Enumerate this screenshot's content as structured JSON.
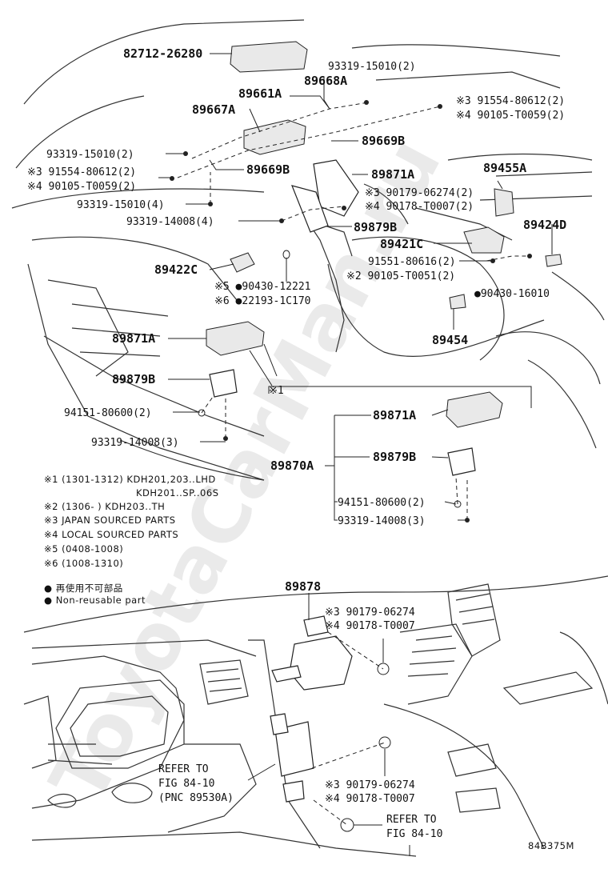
{
  "labels": {
    "l1": "82712-26280",
    "l2": "93319-15010(2)",
    "l3": "89668A",
    "l4": "89661A",
    "l5": "※3 91554-80612(2)",
    "l6": "※4 90105-T0059(2)",
    "l7": "89667A",
    "l8": "89669B",
    "l9": "93319-15010(2)",
    "l10": "※3 91554-80612(2)",
    "l11": "※4 90105-T0059(2)",
    "l12": "89669B",
    "l13": "89871A",
    "l14": "89455A",
    "l15": "93319-15010(4)",
    "l16": "※3 90179-06274(2)",
    "l17": "※4 90178-T0007(2)",
    "l18": "93319-14008(4)",
    "l19": "89879B",
    "l20": "89424D",
    "l21": "89421C",
    "l22": "89422C",
    "l23": "91551-80616(2)",
    "l24": "※2 90105-T0051(2)",
    "l25": "※5 ●90430-12221",
    "l26": "※6 ●22193-1C170",
    "l27": "●90430-16010",
    "l28": "89454",
    "l29": "89871A",
    "l30": "89879B",
    "l31": "94151-80600(2)",
    "l32": "93319-14008(3)",
    "l33": "89871A",
    "l34": "89870A",
    "l35": "89879B",
    "l36": "94151-80600(2)",
    "l37": "93319-14008(3)",
    "l38": "89878",
    "l39": "※3 90179-06274",
    "l40": "※4 90178-T0007",
    "l41": "REFER TO",
    "l42": "FIG 84-10",
    "l43": "(PNC 89530A)",
    "l44": "※3 90179-06274",
    "l45": "※4 90178-T0007",
    "l46": "REFER TO",
    "l47": "FIG 84-10",
    "l48": "84B375M",
    "l49": "※1"
  },
  "notes": {
    "n1": "※1 (1301-1312) KDH201,203..LHD",
    "n2": "KDH201..SP..06S",
    "n3": "※2 (1306-        ) KDH203..TH",
    "n4": "※3 JAPAN SOURCED PARTS",
    "n5": "※4 LOCAL SOURCED PARTS",
    "n6": "※5 (0408-1008)",
    "n7": "※6 (1008-1310)",
    "n8": "● 再使用不可部品",
    "n9": "● Non-reusable part"
  },
  "watermark": "ToyotaCarMan.ru"
}
